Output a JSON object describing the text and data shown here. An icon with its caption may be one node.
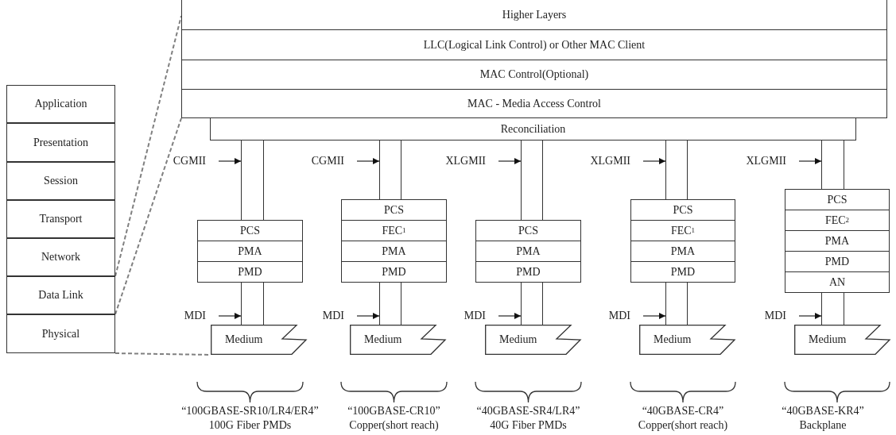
{
  "diagram": {
    "nodes": [
      {
        "text": [
          "Application"
        ]
      },
      {
        "text": [
          "Presentation"
        ]
      },
      {
        "text": [
          "Session"
        ]
      },
      {
        "text": [
          "Transport"
        ]
      },
      {
        "text": [
          "Network"
        ]
      },
      {
        "text": [
          "Data Link"
        ]
      },
      {
        "text": [
          "Physical"
        ]
      },
      {
        "text": [
          "Higher Layers"
        ]
      },
      {
        "text": [
          "LLC(Logical Link Control) or Other MAC Client"
        ]
      },
      {
        "text": [
          "MAC Control(Optional)"
        ]
      },
      {
        "text": [
          "MAC - Media Access Control"
        ]
      },
      {
        "text": [
          "Reconciliation"
        ]
      },
      {
        "text": [
          "CGMII"
        ]
      },
      {
        "text": [
          "PCS"
        ]
      },
      {
        "text": [
          "PMA"
        ]
      },
      {
        "text": [
          "PMD"
        ]
      },
      {
        "text": [
          "MDI"
        ]
      },
      {
        "text": [
          "Medium"
        ]
      },
      {
        "text": [
          "CGMII"
        ]
      },
      {
        "text": [
          "PCS"
        ]
      },
      {
        "text": [
          "FEC$^{1}$"
        ]
      },
      {
        "text": [
          "PMA"
        ]
      },
      {
        "text": [
          "PMD"
        ]
      },
      {
        "text": [
          "MDI"
        ]
      },
      {
        "text": [
          "Medium"
        ]
      },
      {
        "text": [
          "XLGMII"
        ]
      },
      {
        "text": [
          "PCS"
        ]
      },
      {
        "text": [
          "PMA"
        ]
      },
      {
        "text": [
          "PMD"
        ]
      },
      {
        "text": [
          "MDI"
        ]
      },
      {
        "text": [
          "Medium"
        ]
      },
      {
        "text": [
          "XLGMII"
        ]
      },
      {
        "text": [
          "PCS"
        ]
      },
      {
        "text": [
          "FEC$^{1}$"
        ]
      },
      {
        "text": [
          "PMA"
        ]
      },
      {
        "text": [
          "PMD"
        ]
      },
      {
        "text": [
          "MDI"
        ]
      },
      {
        "text": [
          "Medium"
        ]
      },
      {
        "text": [
          "XLGMII"
        ]
      },
      {
        "text": [
          "PCS"
        ]
      },
      {
        "text": [
          "FEC$^{2}$"
        ]
      },
      {
        "text": [
          "PMA"
        ]
      },
      {
        "text": [
          "PMD"
        ]
      },
      {
        "text": [
          "AN"
        ]
      },
      {
        "text": [
          "MDI"
        ]
      },
      {
        "text": [
          "Medium"
        ]
      },
      {
        "text": [],
        "shape": "bar"
      },
      {
        "text": [],
        "shape": "bar"
      },
      {
        "text": [],
        "shape": "bar"
      },
      {
        "text": [],
        "shape": "bar"
      },
      {
        "text": [],
        "shape": "bar"
      },
      {
        "text": [],
        "shape": "bar"
      },
      {
        "text": [],
        "shape": "bar"
      },
      {
        "text": [],
        "shape": "bar"
      },
      {
        "text": [],
        "shape": "bar"
      },
      {
        "text": [],
        "shape": "bar"
      }
    ],
    "edges": [
      {
        "from": 5,
        "to": 7,
        "arrow": "none",
        "style": "dashed",
        "color": "#808080"
      },
      {
        "from": 5,
        "to": 10,
        "arrow": "none",
        "style": "dashed",
        "color": "#808080"
      },
      {
        "from": 6,
        "to": 17,
        "arrow": "none",
        "style": "dashed",
        "color": "#808080"
      },
      {
        "from": 12,
        "to": 46,
        "arrow": "to"
      },
      {
        "from": 16,
        "to": 47,
        "arrow": "to"
      },
      {
        "from": 18,
        "to": 48,
        "arrow": "to"
      },
      {
        "from": 23,
        "to": 49,
        "arrow": "to"
      },
      {
        "from": 25,
        "to": 50,
        "arrow": "to"
      },
      {
        "from": 29,
        "to": 51,
        "arrow": "to"
      },
      {
        "from": 31,
        "to": 52,
        "arrow": "to"
      },
      {
        "from": 36,
        "to": 53,
        "arrow": "to"
      },
      {
        "from": 38,
        "to": 54,
        "arrow": "to"
      },
      {
        "from": 44,
        "to": 55,
        "arrow": "to"
      }
    ],
    "labels": [
      "“100GBASE-SR10/LR4/ER4”",
      "“100GBASE-CR10”",
      "“40GBASE-SR4/LR4”",
      "“40GBASE-CR4”",
      "“40GBASE-KR4”",
      "100G Fiber PMDs",
      "Copper(short reach)",
      "40G Fiber PMDs",
      "Copper(short reach)",
      "Backplane"
    ]
  }
}
